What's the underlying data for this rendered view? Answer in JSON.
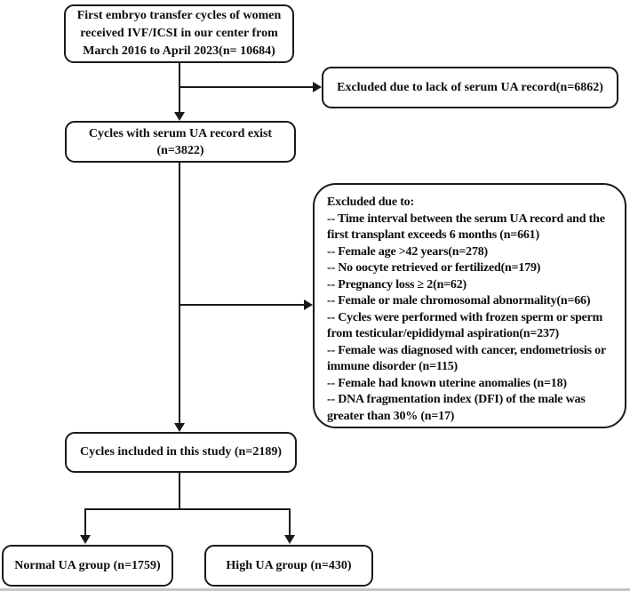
{
  "colors": {
    "line": "#1a1a1a",
    "background": "#ffffff",
    "text": "#0e0e0e"
  },
  "boxes": {
    "start": {
      "lines": [
        "First embryo transfer cycles of women",
        "received IVF/ICSI in our center from",
        "March 2016 to April 2023(n= 10684)"
      ]
    },
    "excluded_no_record": {
      "label": "Excluded due to lack of serum UA record(n=6862)"
    },
    "record_exist": {
      "lines": [
        "Cycles with serum UA record exist",
        "(n=3822)"
      ]
    },
    "excluded_detail": {
      "title": "Excluded due to:",
      "items": [
        "-- Time interval between the serum UA record and the first transplant exceeds 6 months (n=661)",
        "-- Female age >42 years(n=278)",
        "-- No oocyte retrieved or fertilized(n=179)",
        "-- Pregnancy loss ≥ 2(n=62)",
        "-- Female or male chromosomal abnormality(n=66)",
        "-- Cycles were performed with frozen sperm or sperm from testicular/epididymal aspiration(n=237)",
        "-- Female was diagnosed with cancer, endometriosis or immune disorder (n=115)",
        "-- Female had known uterine anomalies (n=18)",
        "-- DNA fragmentation index (DFI) of the male was greater than 30% (n=17)"
      ]
    },
    "included": {
      "label": "Cycles included in this study (n=2189)"
    },
    "normal_group": {
      "label": "Normal UA group (n=1759)"
    },
    "high_group": {
      "label": "High UA group (n=430)"
    }
  }
}
